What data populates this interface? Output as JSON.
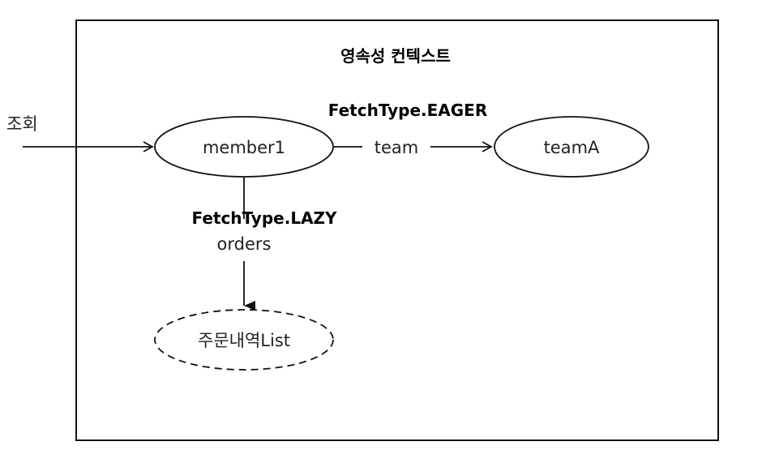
{
  "context_title": "영속성 컨텍스트",
  "query_label": "조회",
  "nodes": {
    "member": "member1",
    "team": "teamA",
    "orders": "주문내역List"
  },
  "edges": {
    "team": {
      "fetch_type": "FetchType.EAGER",
      "field": "team"
    },
    "orders": {
      "fetch_type": "FetchType.LAZY",
      "field": "orders"
    }
  }
}
